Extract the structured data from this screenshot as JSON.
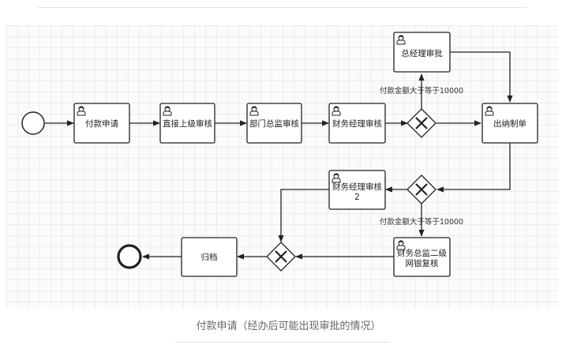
{
  "caption": "付款申请（经办后可能出现审批的情况）",
  "tasks": {
    "apply": "付款申请",
    "direct_superior": "直接上级审核",
    "dept_director": "部门总监审核",
    "finance_manager": "财务经理审核",
    "general_manager": "总经理审批",
    "cashier": "出纳制单",
    "finance_manager_2_line1": "财务经理审核",
    "finance_manager_2_line2": "2",
    "finance_director_line1": "财务总监二级",
    "finance_director_line2": "网银复核",
    "archive": "归档"
  },
  "edge_labels": {
    "upper_condition": "付款金额大于等于10000",
    "lower_condition": "付款金额大于等于10000"
  },
  "icons": {
    "task_user": "user-icon",
    "gateway": "exclusive-gateway-x-icon"
  }
}
